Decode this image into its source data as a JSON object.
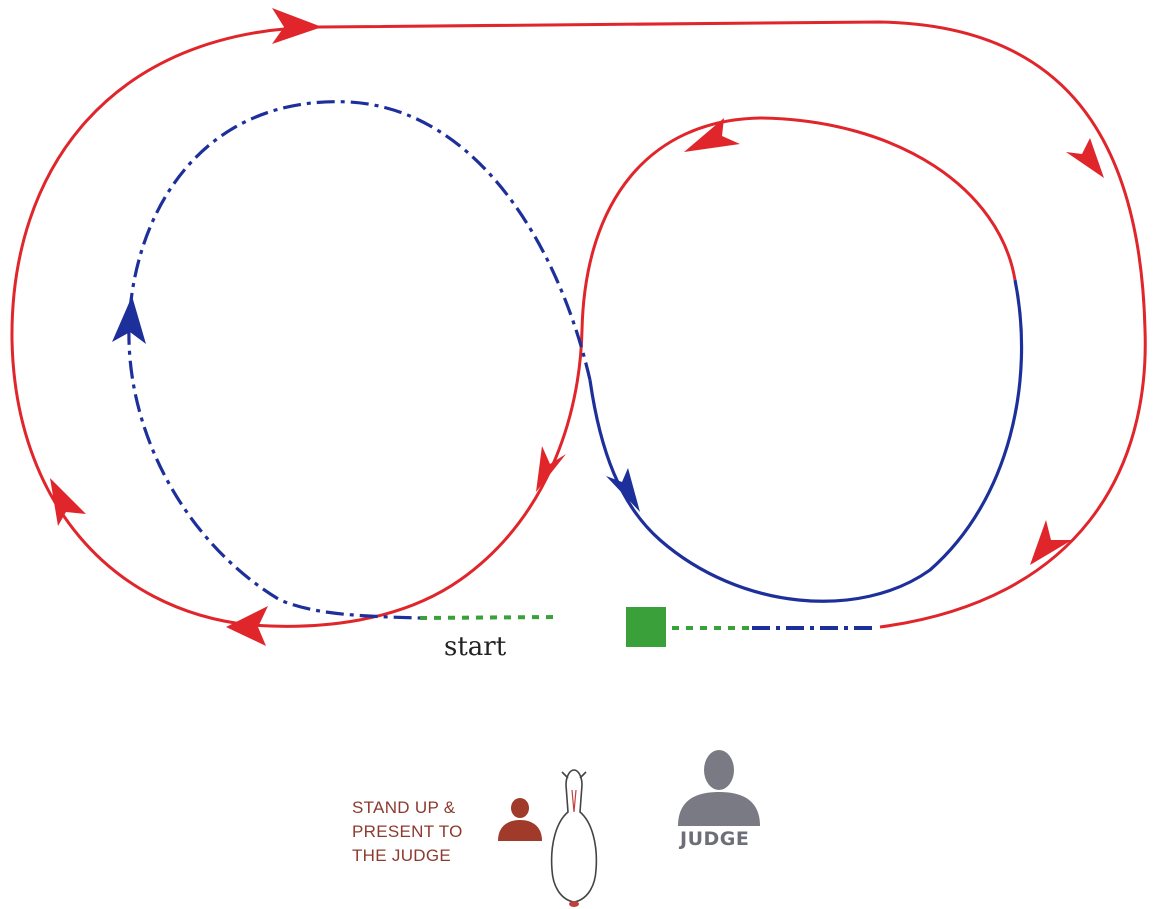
{
  "labels": {
    "start": "start",
    "stand_up_lines": [
      "STAND UP &",
      "PRESENT TO",
      "THE JUDGE"
    ],
    "judge": "JUDGE"
  },
  "colors": {
    "red_path": "#e0252b",
    "blue_path": "#1d2f9a",
    "green_path": "#3aa03a",
    "green_marker": "#3aa03a",
    "handler_figure": "#a03a2a",
    "judge_figure": "#7a7a84",
    "judge_text": "#6e6e78",
    "stand_text": "#8b3a2e"
  },
  "icons": {
    "handler": "person-silhouette-icon",
    "judge": "person-silhouette-icon",
    "animal": "animal-top-view-icon",
    "marker": "green-square-marker"
  }
}
